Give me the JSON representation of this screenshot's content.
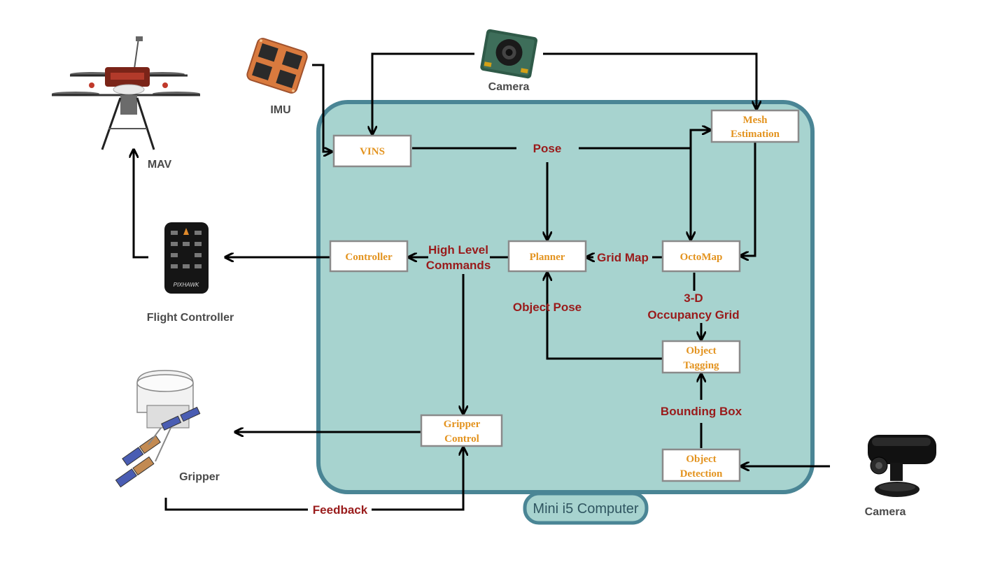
{
  "container": {
    "label": "Mini i5 Computer",
    "fill": "#a7d3cf",
    "border": "#4a8595"
  },
  "colors": {
    "box_text": "#e3931f",
    "flow_text": "#991b1b",
    "device_text": "#4a4a4a"
  },
  "boxes": {
    "vins": {
      "lines": [
        "VINS"
      ]
    },
    "mesh": {
      "lines": [
        "Mesh",
        "Estimation"
      ]
    },
    "controller": {
      "lines": [
        "Controller"
      ]
    },
    "planner": {
      "lines": [
        "Planner"
      ]
    },
    "octomap": {
      "lines": [
        "OctoMap"
      ]
    },
    "object_tagging": {
      "lines": [
        "Object",
        "Tagging"
      ]
    },
    "gripper_control": {
      "lines": [
        "Gripper",
        "Control"
      ]
    },
    "object_detection": {
      "lines": [
        "Object",
        "Detection"
      ]
    }
  },
  "flow_labels": {
    "pose": "Pose",
    "high_level_1": "High Level",
    "high_level_2": "Commands",
    "grid_map": "Grid Map",
    "occupancy_1": "3-D",
    "occupancy_2": "Occupancy Grid",
    "object_pose": "Object Pose",
    "bounding_box": "Bounding Box",
    "feedback": "Feedback"
  },
  "devices": {
    "mav": {
      "label": "MAV",
      "icon": "quadcopter-icon"
    },
    "imu": {
      "label": "IMU",
      "icon": "imu-chip-icon"
    },
    "camera_top": {
      "label": "Camera",
      "icon": "camera-board-icon"
    },
    "flight_controller": {
      "label": "Flight Controller",
      "icon": "flight-controller-icon",
      "board_text": "PIXHAWK"
    },
    "gripper": {
      "label": "Gripper",
      "icon": "gripper-icon"
    },
    "camera_right": {
      "label": "Camera",
      "icon": "usb-camera-icon"
    }
  }
}
